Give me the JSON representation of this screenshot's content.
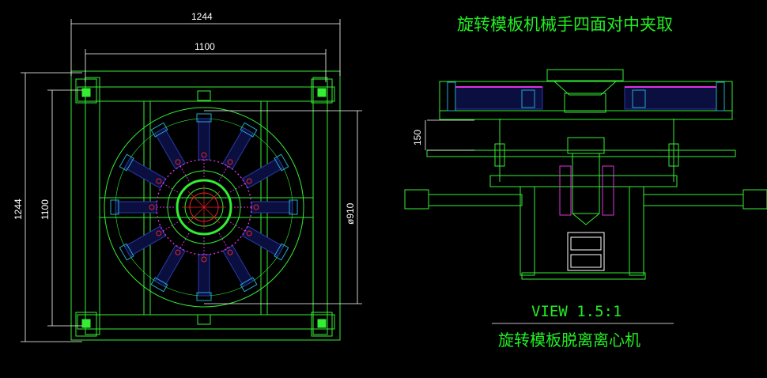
{
  "drawing": {
    "title_top": "旋转模板机械手四面对中夹取",
    "title_bottom": "旋转模板脱离离心机",
    "view_label": "VIEW 1.5:1",
    "dims": {
      "outer_width": "1244",
      "inner_width": "1100",
      "outer_height": "1244",
      "inner_height": "1100",
      "diameter": "ø910",
      "offset": "150"
    }
  },
  "colors": {
    "background": "#000000",
    "frame": "#33ee33",
    "dimension": "#ffffff",
    "blue_part": "#2a3aa8",
    "cyan_part": "#22aacc",
    "magenta_part": "#dd33dd",
    "red_part": "#ee2222",
    "title": "#22ee22"
  }
}
